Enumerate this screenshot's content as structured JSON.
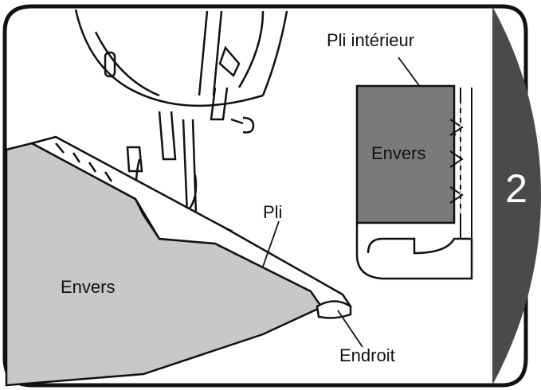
{
  "labels": {
    "inner_fold": "Pli intérieur",
    "fold": "Pli",
    "wrong_side_main": "Envers",
    "wrong_side_inset": "Envers",
    "right_side": "Endroit"
  },
  "step_number": "2",
  "colors": {
    "fabric": "#c8c8c8",
    "inset_fabric": "#7a7a7a",
    "step_tab": "#4a4a4a",
    "outline": "#111111"
  }
}
